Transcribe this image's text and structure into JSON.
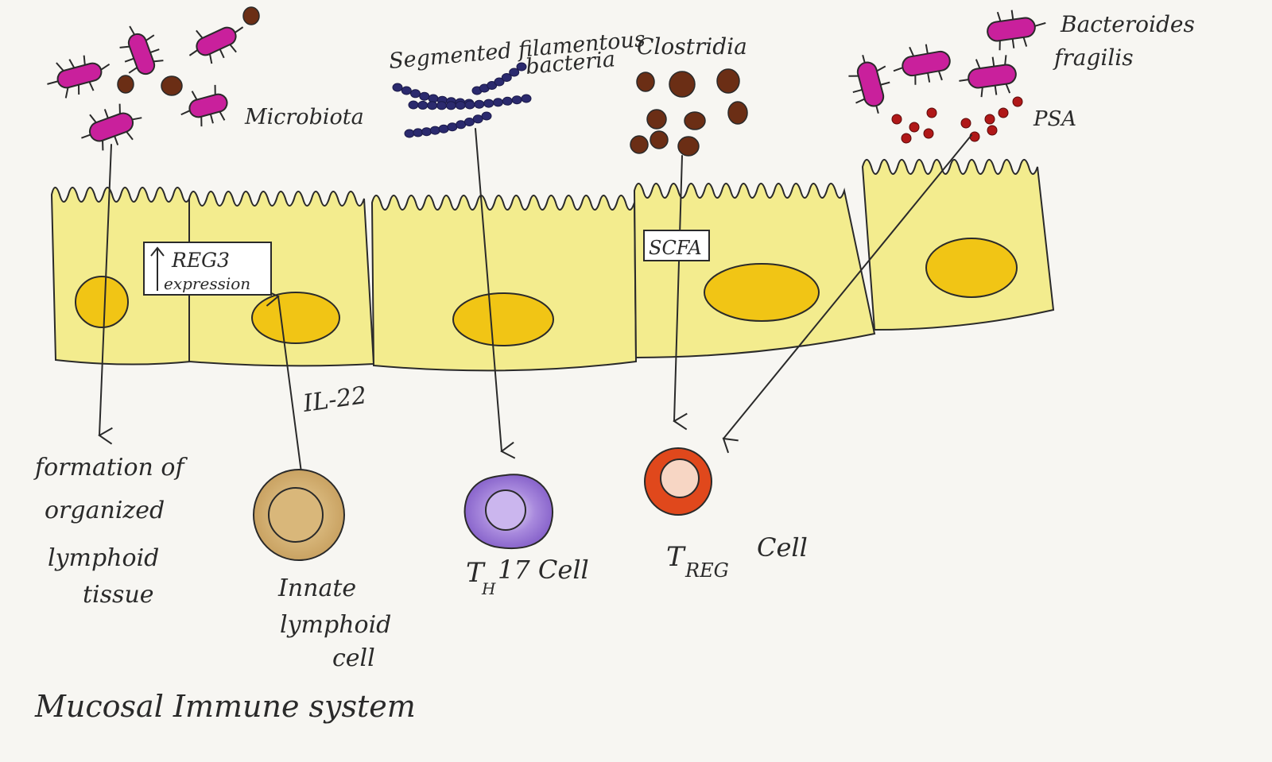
{
  "title": "Mucosal Immune system",
  "labels": {
    "microbiota": "Microbiota",
    "sfb_line1": "Segmented filamentous",
    "sfb_line2": "bacteria",
    "clostridia": "Clostridia",
    "bacteroides_line1": "Bacteroides",
    "bacteroides_line2": "fragilis",
    "psa": "PSA",
    "reg3_line1": "REG3",
    "reg3_line2": "expression",
    "scfa": "SCFA",
    "il22": "IL-22"
  },
  "outcomes": {
    "lymphoid_tissue": [
      "formation of",
      "organized",
      "lymphoid",
      "tissue"
    ],
    "innate_lymphoid_cell": [
      "Innate",
      "lymphoid",
      "cell"
    ],
    "th17": {
      "prefix": "T",
      "subscript": "H",
      "suffix": "17 Cell"
    },
    "treg": {
      "prefix": "T",
      "subscript": "REG",
      "suffix": "Cell"
    }
  },
  "colors": {
    "epithelium": "#f3ec8e",
    "nucleus": "#f1c515",
    "bacteria_magenta": "#c9209c",
    "clostridia_brown": "#6b2e15",
    "sfb_navy": "#2b2a6e",
    "psa_red": "#b01818",
    "ilc_tan": "#d9b77a",
    "th17_purple": "#9b7ed6",
    "treg_orange": "#e0481c"
  }
}
